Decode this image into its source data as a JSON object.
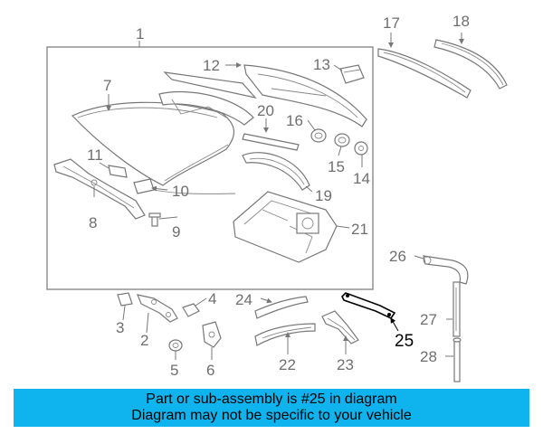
{
  "diagram": {
    "highlight_part": "25",
    "highlight_color": "#000000",
    "callouts": [
      "1",
      "2",
      "3",
      "4",
      "5",
      "6",
      "7",
      "8",
      "9",
      "10",
      "11",
      "12",
      "13",
      "14",
      "15",
      "16",
      "17",
      "18",
      "19",
      "20",
      "21",
      "22",
      "23",
      "24",
      "25",
      "26",
      "27",
      "28"
    ]
  },
  "banner": {
    "line1": "Part or sub-assembly is #25 in diagram",
    "line2": "Diagram may not be specific to your vehicle",
    "background": "#0fb4ee"
  }
}
